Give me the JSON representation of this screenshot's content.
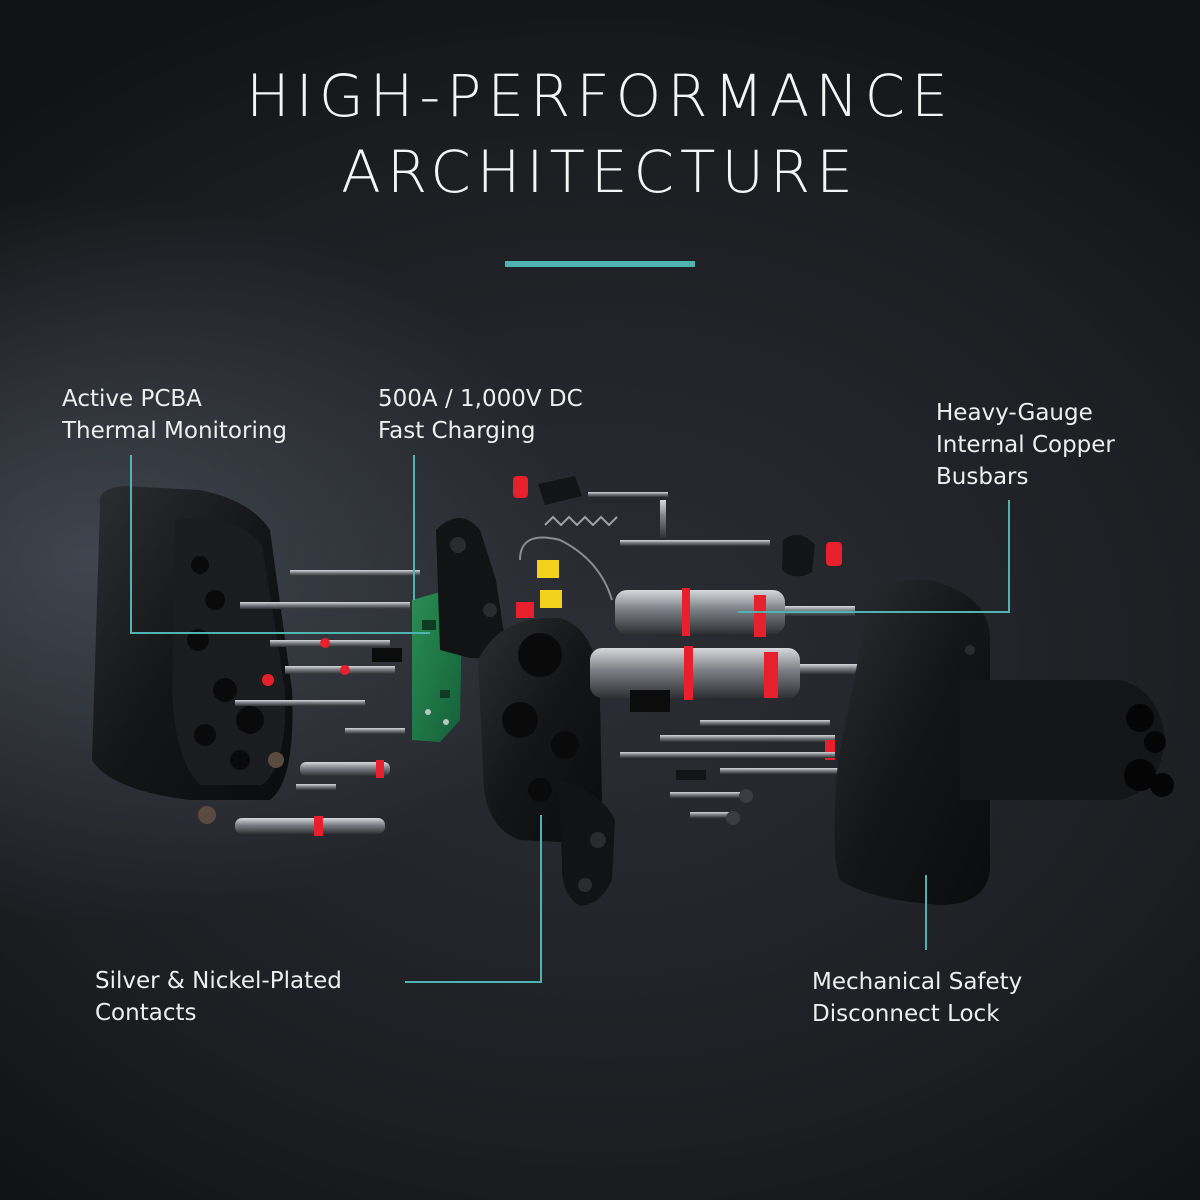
{
  "heading": {
    "line1": "HIGH-PERFORMANCE",
    "line2": "ARCHITECTURE"
  },
  "colors": {
    "accent": "#4fb3b2",
    "background": "#1f2126",
    "component": "#111214",
    "pcb_green": "#1f7a45",
    "seal_red": "#e8202c",
    "connector_yellow": "#f2d21c"
  },
  "callouts": {
    "pcba": {
      "line1": "Active PCBA",
      "line2": "Thermal Monitoring"
    },
    "fast_charging": {
      "line1": "500A / 1,000V DC",
      "line2": "Fast Charging"
    },
    "busbars": {
      "line1": "Heavy-Gauge",
      "line2": "Internal Copper",
      "line3": "Busbars"
    },
    "contacts": {
      "line1": "Silver & Nickel-Plated",
      "line2": "Contacts"
    },
    "lock": {
      "line1": "Mechanical Safety",
      "line2": "Disconnect Lock"
    }
  }
}
